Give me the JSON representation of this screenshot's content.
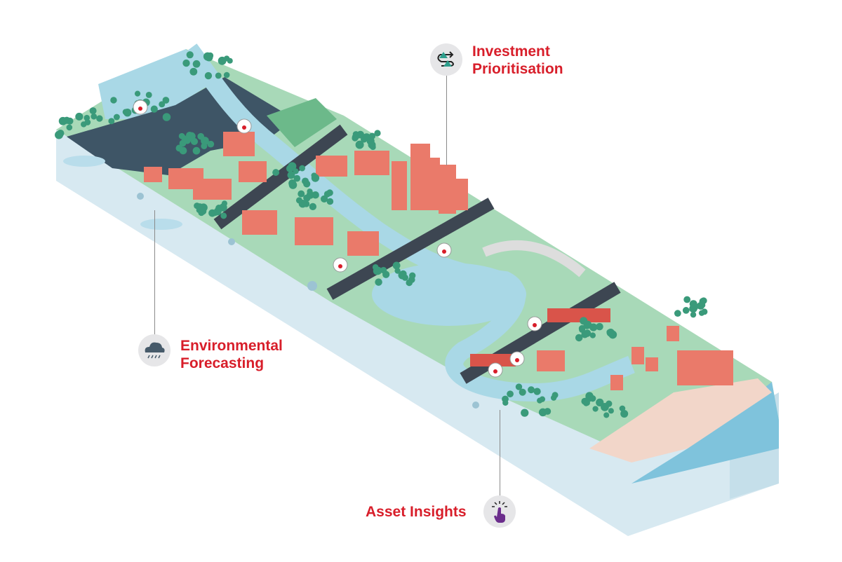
{
  "callouts": {
    "investment": {
      "line1": "Investment",
      "line2": "Prioritisation",
      "icon": "swap-arrows-triangles-icon"
    },
    "environmental": {
      "line1": "Environmental",
      "line2": "Forecasting",
      "icon": "rain-cloud-icon"
    },
    "asset": {
      "label": "Asset Insights",
      "icon": "pointer-hand-click-icon"
    }
  },
  "colors": {
    "label_red": "#d81e2a",
    "water": "#a9d8e6",
    "land": "#a8d9b8",
    "tree": "#3a9a7a",
    "building": "#ea7a6a",
    "slab_side": "#d7e9f1",
    "rock": "#3e5566",
    "road": "#3d4652",
    "sand": "#f2d6c9"
  }
}
